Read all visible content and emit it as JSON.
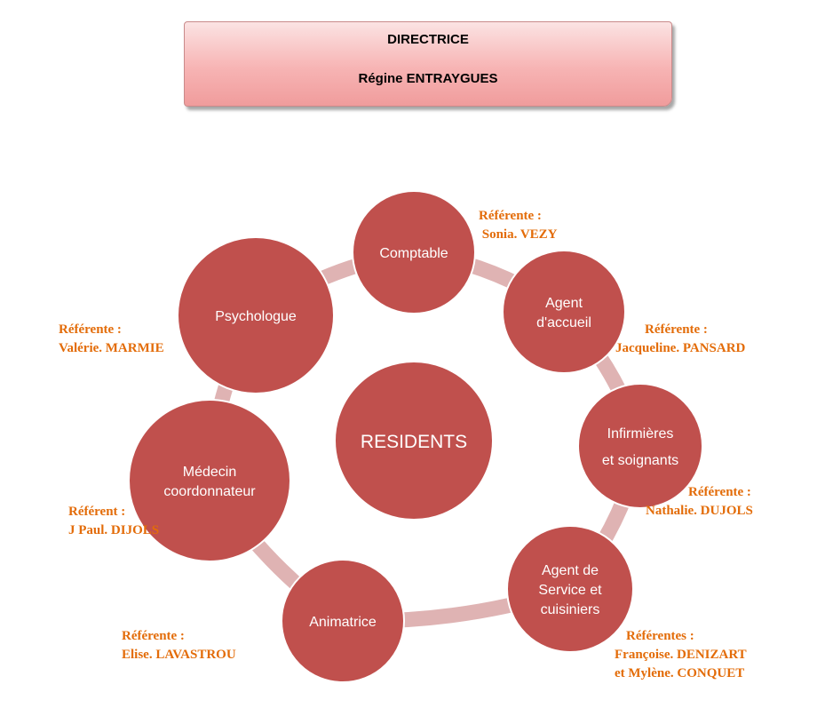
{
  "header": {
    "title": "DIRECTRICE",
    "name": "Régine ENTRAYGUES"
  },
  "center": {
    "label": "RESIDENTS"
  },
  "nodes": [
    {
      "id": "comptable",
      "lines": [
        "Comptable"
      ]
    },
    {
      "id": "agent-accueil",
      "lines": [
        "Agent",
        "d'accueil"
      ]
    },
    {
      "id": "infirmieres",
      "lines": [
        "Infirmières",
        "et soignants"
      ]
    },
    {
      "id": "agent-service",
      "lines": [
        "Agent de",
        "Service et",
        "cuisiniers"
      ]
    },
    {
      "id": "animatrice",
      "lines": [
        "Animatrice"
      ]
    },
    {
      "id": "medecin",
      "lines": [
        "Médecin",
        "coordonnateur"
      ]
    },
    {
      "id": "psychologue",
      "lines": [
        "Psychologue"
      ]
    }
  ],
  "referents": {
    "comptable": {
      "line1": "Référente :",
      "line2": " Sonia. VEZY"
    },
    "agent_accueil": {
      "line1": "Référente :",
      "line2": "Jacqueline. PANSARD"
    },
    "infirmieres": {
      "line1": "Référente :",
      "line2": "Nathalie. DUJOLS"
    },
    "agent_service": {
      "line1": "Référentes :",
      "line2": "Françoise. DENIZART",
      "line3": "et Mylène. CONQUET"
    },
    "animatrice": {
      "line1": "Référente :",
      "line2": "Elise. LAVASTROU"
    },
    "medecin": {
      "line1": "Référent :",
      "line2": "J Paul. DIJOLS"
    },
    "psychologue": {
      "line1": "Référente :",
      "line2": "Valérie. MARMIE"
    }
  },
  "colors": {
    "node_fill": "#c0504d",
    "node_stroke": "#ffffff",
    "connector": "#dfb3b3",
    "referent_text": "#e36c09",
    "header_fill": "#f7b4b4"
  }
}
